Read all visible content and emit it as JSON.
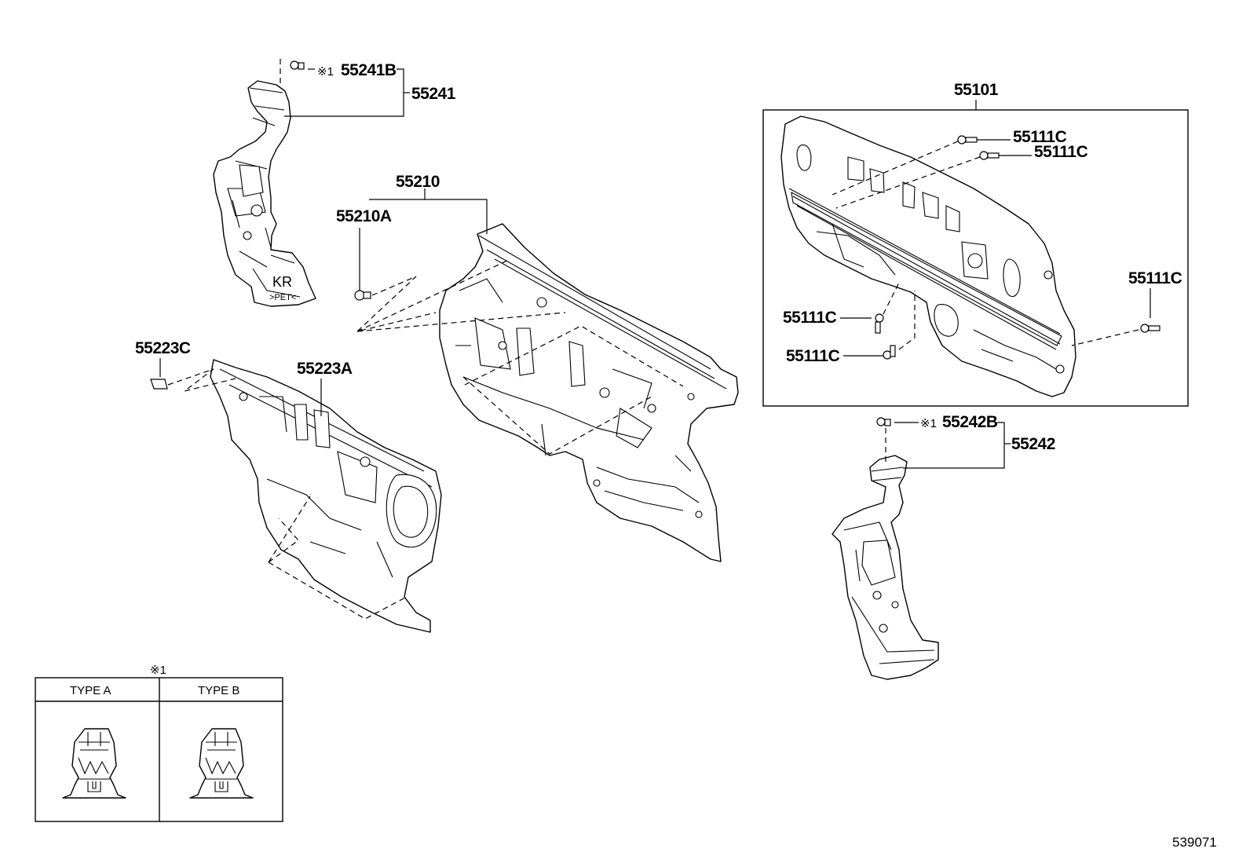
{
  "labels": {
    "p55241B": "55241B",
    "p55241": "55241",
    "p55210": "55210",
    "p55210A": "55210A",
    "p55223C": "55223C",
    "p55223A": "55223A",
    "p55101": "55101",
    "p55111C_1": "55111C",
    "p55111C_2": "55111C",
    "p55111C_3": "55111C",
    "p55111C_4": "55111C",
    "p55111C_5": "55111C",
    "p55242B": "55242B",
    "p55242": "55242"
  },
  "note_mark": "※1",
  "legend": {
    "mark": "※1",
    "type_a": "TYPE A",
    "type_b": "TYPE B"
  },
  "part_text": {
    "kr": "KR",
    "pet": ">PET<"
  },
  "diagram_id": "539071"
}
